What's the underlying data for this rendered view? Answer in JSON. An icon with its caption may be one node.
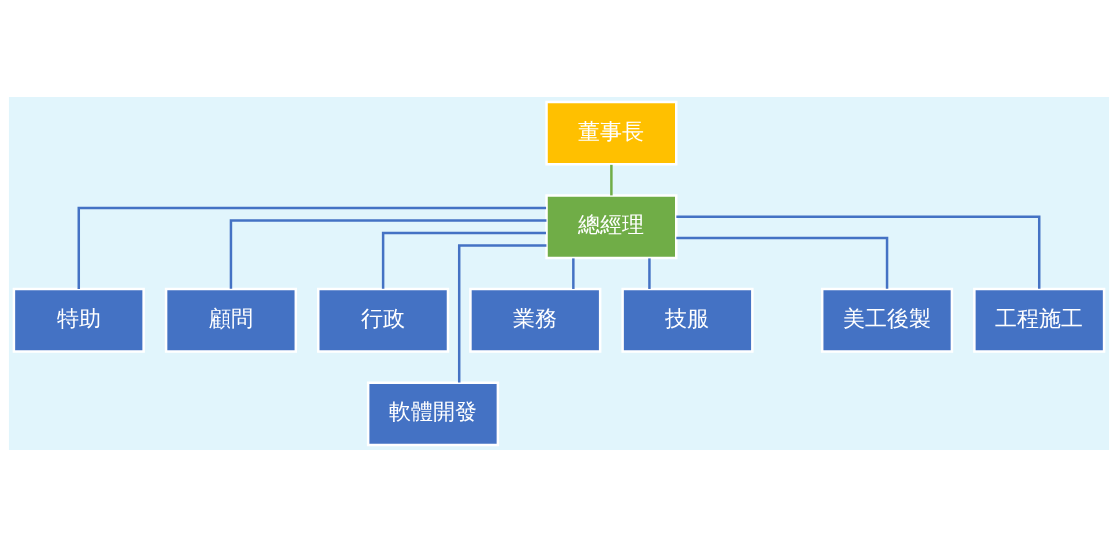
{
  "diagram": {
    "nodes": [
      {
        "text": [
          "董事長"
        ]
      },
      {
        "text": [
          "總經理"
        ]
      },
      {
        "text": [
          "特助"
        ]
      },
      {
        "text": [
          "顧問"
        ]
      },
      {
        "text": [
          "行政"
        ]
      },
      {
        "text": [
          "業務"
        ]
      },
      {
        "text": [
          "技服"
        ]
      },
      {
        "text": [
          "軟體開發"
        ]
      },
      {
        "text": [
          "美工後製"
        ]
      },
      {
        "text": [
          "工程施工"
        ]
      }
    ],
    "edges": [
      {
        "from": 0,
        "to": 1,
        "arrow": "none",
        "color": "#70ad47"
      },
      {
        "from": 1,
        "to": 2,
        "arrow": "none"
      },
      {
        "from": 1,
        "to": 3,
        "arrow": "none"
      },
      {
        "from": 1,
        "to": 4,
        "arrow": "none"
      },
      {
        "from": 1,
        "to": 5,
        "arrow": "none"
      },
      {
        "from": 1,
        "to": 6,
        "arrow": "none"
      },
      {
        "from": 1,
        "to": 7,
        "arrow": "none"
      },
      {
        "from": 1,
        "to": 8,
        "arrow": "none"
      },
      {
        "from": 1,
        "to": 9,
        "arrow": "none"
      }
    ]
  }
}
